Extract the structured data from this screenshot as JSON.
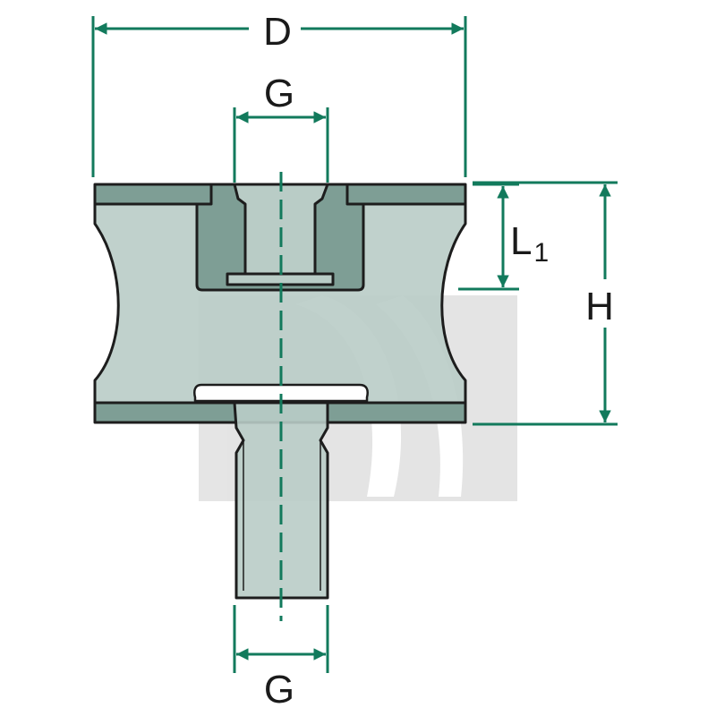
{
  "labels": {
    "d": "D",
    "g_top": "G",
    "g_bottom": "G",
    "l1_main": "L",
    "l1_sub": "1",
    "h": "H"
  },
  "colors": {
    "dimension": "#127a5c",
    "part_fill": "#b9ccc6",
    "part_dark": "#7e9e95",
    "outline": "#1d1d1d",
    "label": "#1a1a1a",
    "watermark": "#dcdcdc"
  }
}
